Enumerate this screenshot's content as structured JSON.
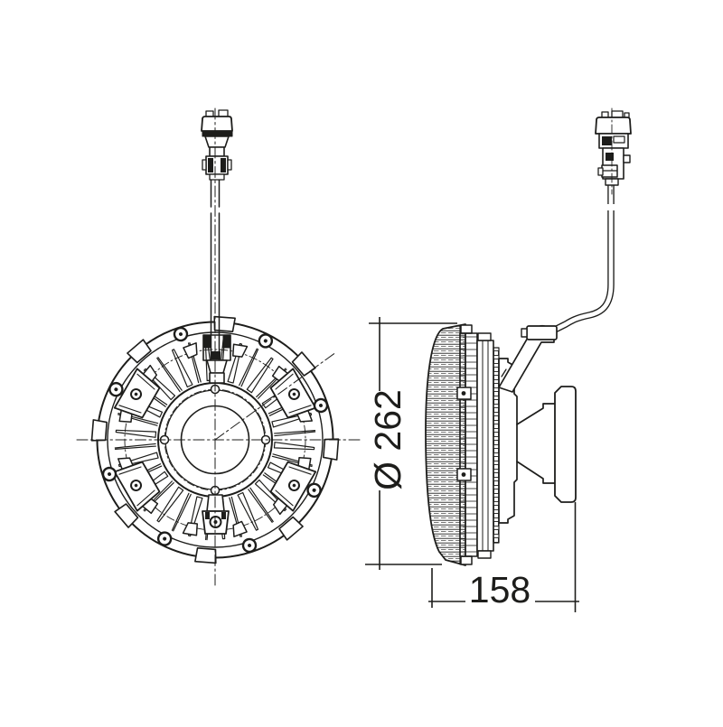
{
  "drawing": {
    "background_color": "#ffffff",
    "line_color": "#1d1d1b",
    "dimensions": {
      "diameter": {
        "label": "Ø 262",
        "value": 262
      },
      "depth": {
        "label": "158",
        "value": 158
      }
    }
  }
}
